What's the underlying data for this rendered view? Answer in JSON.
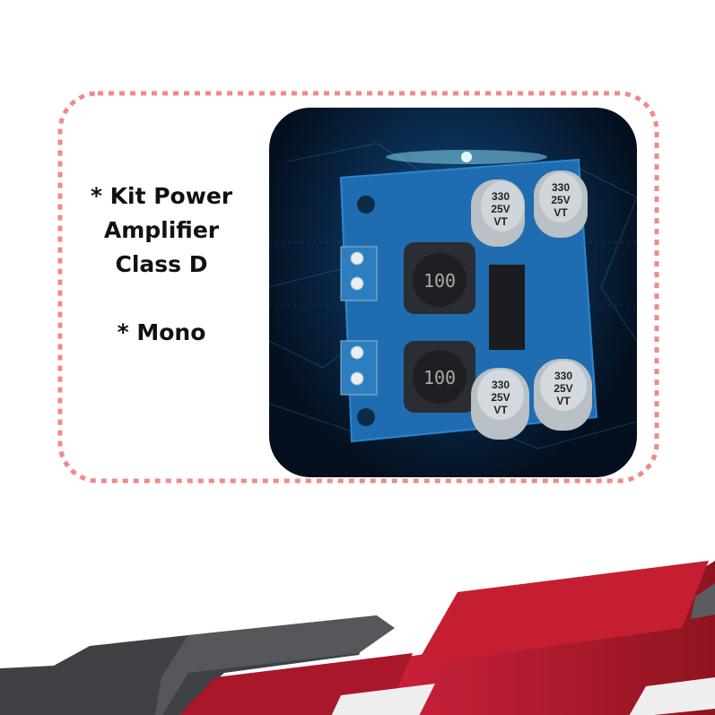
{
  "caption": {
    "line1": "* Kit Power",
    "line2": "Amplifier",
    "line3": "Class D",
    "line4": "* Mono"
  },
  "product_image": {
    "capacitor_label_1": "330",
    "capacitor_label_2": "25V",
    "capacitor_label_3": "VT",
    "inductor_label": "100"
  },
  "colors": {
    "frame_dash": "#f08a8a",
    "band_red": "#c41e30",
    "band_gray": "#4a4c4f",
    "board_blue": "#1f6db0"
  }
}
